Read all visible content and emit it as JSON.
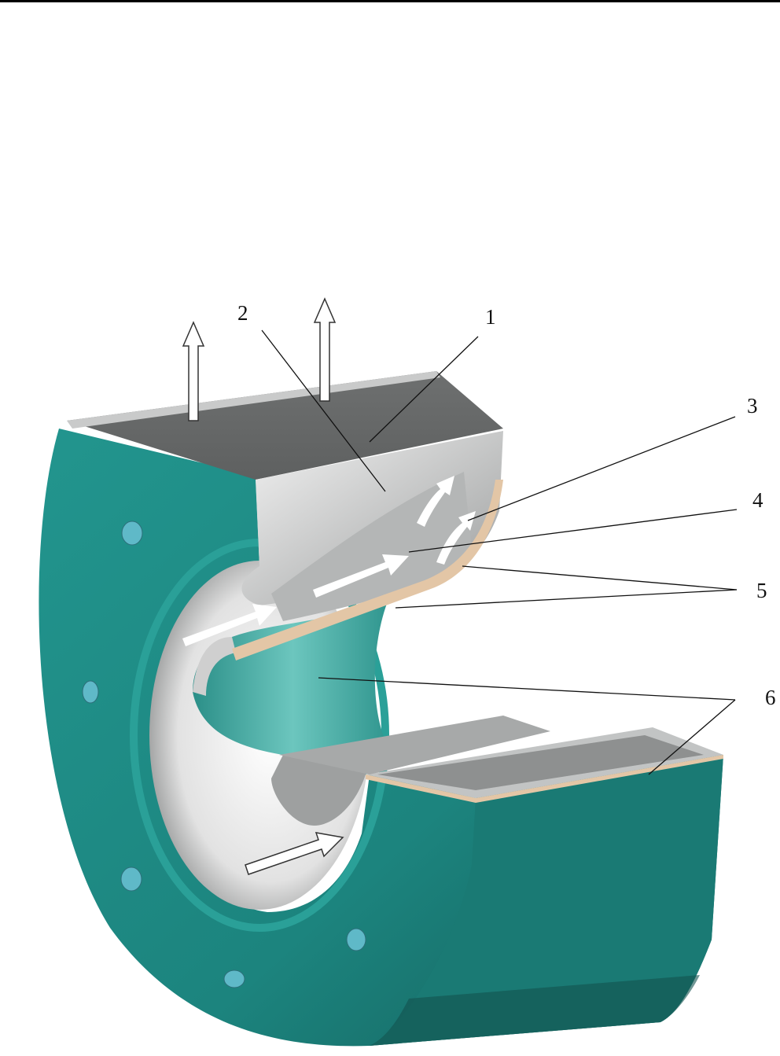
{
  "figure": {
    "labels": [
      "1",
      "2",
      "3",
      "4",
      "5",
      "6"
    ],
    "colors": {
      "body": "#1f8a84",
      "body_dark": "#13615d",
      "bore": "#4fb3ab",
      "steel": "#7a7c7c",
      "steel_light": "#d8d8d8",
      "insulation": "#e3c6a6"
    }
  }
}
